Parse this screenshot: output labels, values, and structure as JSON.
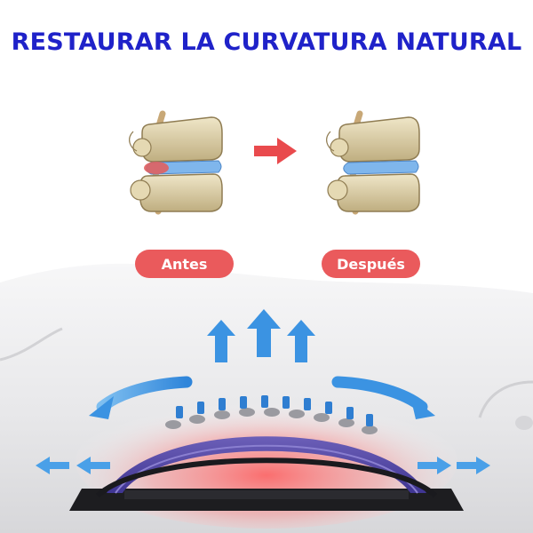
{
  "title": "RESTAURAR LA CURVATURA NATURAL",
  "labels": {
    "before": "Antes",
    "after": "Después"
  },
  "colors": {
    "title": "#1f22c9",
    "pill": "#ea5a5c",
    "arrow": "#3b93e2",
    "transition_arrow": "#e94a4d",
    "heat": "#ff5a5a"
  },
  "icons": {
    "transition": "right-arrow-icon",
    "lift": "up-arrow-icon",
    "spread": "curved-arrow-icon"
  }
}
